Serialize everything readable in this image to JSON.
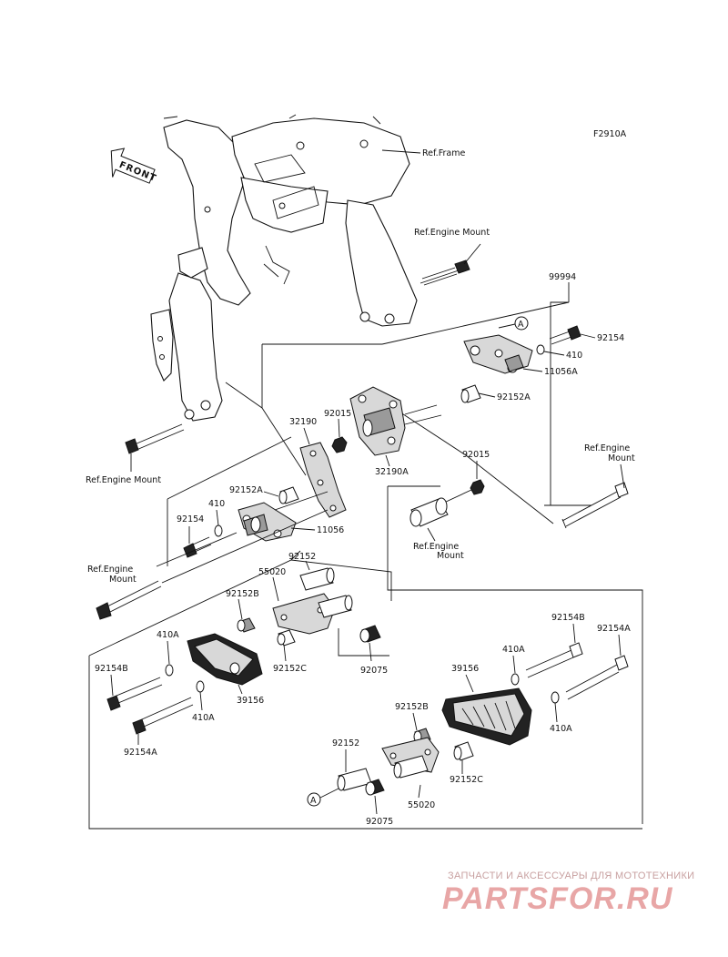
{
  "diagram": {
    "figure_code": "F2910A",
    "front_label": "FRONT",
    "labels": {
      "ref_frame": "Ref.Frame",
      "ref_engine_mount_1": "Ref.Engine Mount",
      "ref_engine_mount_left": "Ref.Engine Mount",
      "ref_engine_mount_right_1": "Ref.Engine",
      "ref_engine_mount_right_2": "Mount",
      "ref_engine_mount_center_1": "Ref.Engine",
      "ref_engine_mount_center_2": "Mount",
      "ref_engine_mount_lower_1": "Ref.Engine",
      "ref_engine_mount_lower_2": "Mount",
      "p99994": "99994",
      "p92154_top": "92154",
      "p410_top": "410",
      "p11056A": "11056A",
      "p92152A_top": "92152A",
      "p92015_top": "92015",
      "p32190": "32190",
      "p32190A": "32190A",
      "p92015_mid": "92015",
      "p92152A_left": "92152A",
      "p410_left": "410",
      "p92154_left": "92154",
      "p11056": "11056",
      "p92152_mid": "92152",
      "p55020_mid": "55020",
      "p92152B_left": "92152B",
      "p410A_left": "410A",
      "p92152C_left": "92152C",
      "p92075_left": "92075",
      "p92154B_left": "92154B",
      "p39156_left": "39156",
      "p410A_left2": "410A",
      "p92154A_left": "92154A",
      "p92154B_right": "92154B",
      "p92154A_right": "92154A",
      "p410A_right": "410A",
      "p39156_right": "39156",
      "p410A_right2": "410A",
      "p92152B_right": "92152B",
      "p92152_right": "92152",
      "p92152C_right": "92152C",
      "p92075_right": "92075",
      "p55020_right": "55020",
      "callout_a": "A"
    }
  },
  "watermark": {
    "tagline": "ЗАПЧАСТИ И АКСЕССУАРЫ ДЛЯ МОТОТЕХНИКИ",
    "brand": "PARTSFOR.RU"
  }
}
